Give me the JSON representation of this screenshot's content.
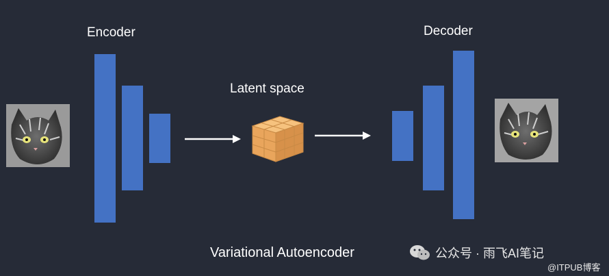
{
  "labels": {
    "encoder": "Encoder",
    "decoder": "Decoder",
    "latent": "Latent space",
    "title": "Variational Autoencoder"
  },
  "watermark": {
    "wechat": "公众号 · 雨飞AI笔记",
    "itpub": "@ITPUB博客"
  },
  "colors": {
    "background": "#262b37",
    "bars": "#4472c4",
    "cube": "#f2b774",
    "arrow": "#ffffff"
  },
  "icons": {
    "input": "cat-photo-input",
    "output": "cat-photo-output",
    "latent": "cube-grid-icon",
    "wechat": "wechat-icon"
  }
}
